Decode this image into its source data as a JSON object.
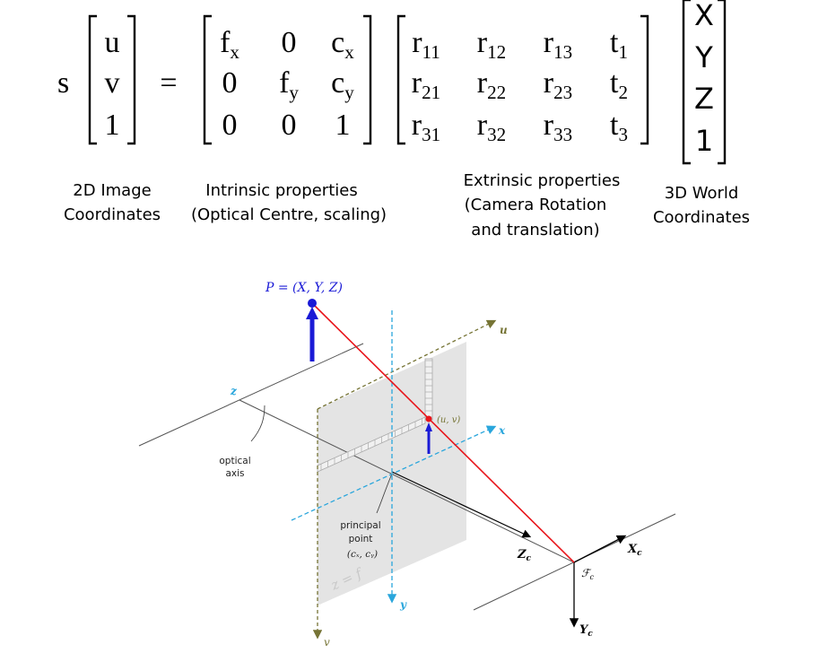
{
  "equation": {
    "scale": "s",
    "image_vec": [
      "u",
      "v",
      "1"
    ],
    "equals": "=",
    "intrinsic": [
      [
        "f",
        "0",
        "c"
      ],
      [
        "0",
        "f",
        "c"
      ],
      [
        "0",
        "0",
        "1"
      ]
    ],
    "intrinsic_subs": [
      [
        "x",
        "",
        "x"
      ],
      [
        "",
        "y",
        "y"
      ],
      [
        "",
        "",
        ""
      ]
    ],
    "extrinsic": [
      [
        "r",
        "r",
        "r",
        "t"
      ],
      [
        "r",
        "r",
        "r",
        "t"
      ],
      [
        "r",
        "r",
        "r",
        "t"
      ]
    ],
    "extrinsic_subs": [
      [
        "11",
        "12",
        "13",
        "1"
      ],
      [
        "21",
        "22",
        "23",
        "2"
      ],
      [
        "31",
        "32",
        "33",
        "3"
      ]
    ],
    "world_vec": [
      "X",
      "Y",
      "Z",
      "1"
    ]
  },
  "captions": {
    "image_coords": [
      "2D Image",
      "Coordinates"
    ],
    "intrinsic": [
      "Intrinsic properties",
      "(Optical Centre, scaling)"
    ],
    "extrinsic": [
      "Extrinsic properties",
      "(Camera Rotation",
      "and translation)"
    ],
    "world_coords": [
      "3D World",
      "Coordinates"
    ]
  },
  "diagram": {
    "point_label": "P = (X, Y, Z)",
    "uv_label": "(u, v)",
    "u_axis": "u",
    "v_axis": "v",
    "x_axis": "x",
    "y_axis": "y",
    "z_axis": "z",
    "optical_axis": [
      "optical",
      "axis"
    ],
    "principal_point": [
      "principal",
      "point",
      "(cₓ, cᵧ)"
    ],
    "focal_plane": "z = f",
    "camera_x": "X",
    "camera_y": "Y",
    "camera_z": "Z",
    "camera_sub": "c",
    "camera_frame": "ℱ",
    "camera_frame_sub": "c",
    "colors": {
      "ray": "#e8151b",
      "point": "#1a1ad6",
      "axis_cyan": "#2aa6dc",
      "axis_olive": "#767435",
      "plane_fill": "#e4e4e4"
    }
  }
}
